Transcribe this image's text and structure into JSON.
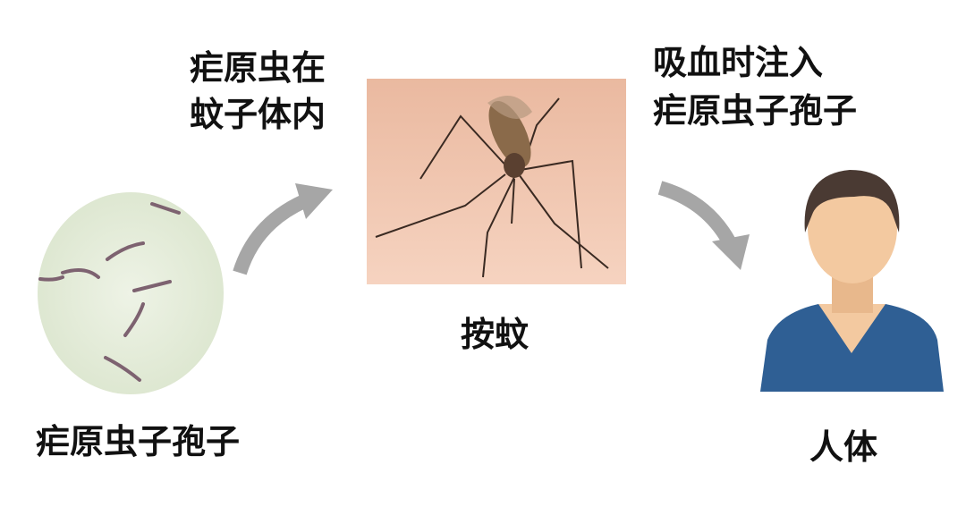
{
  "labels": {
    "in_mosquito_line1": "疟原虫在",
    "in_mosquito_line2": "蚊子体内",
    "inject_line1": "吸血时注入",
    "inject_line2": "疟原虫子孢子",
    "mosquito": "按蚊",
    "sporozoite": "疟原虫子孢子",
    "human": "人体"
  },
  "colors": {
    "arrow": "#a6a6a6",
    "cell_bg": "#e6eddc",
    "mosquito_bg": "#f0c2a8",
    "shirt": "#2f5f94",
    "skin": "#f3c9a0",
    "hair": "#4a3a33"
  }
}
